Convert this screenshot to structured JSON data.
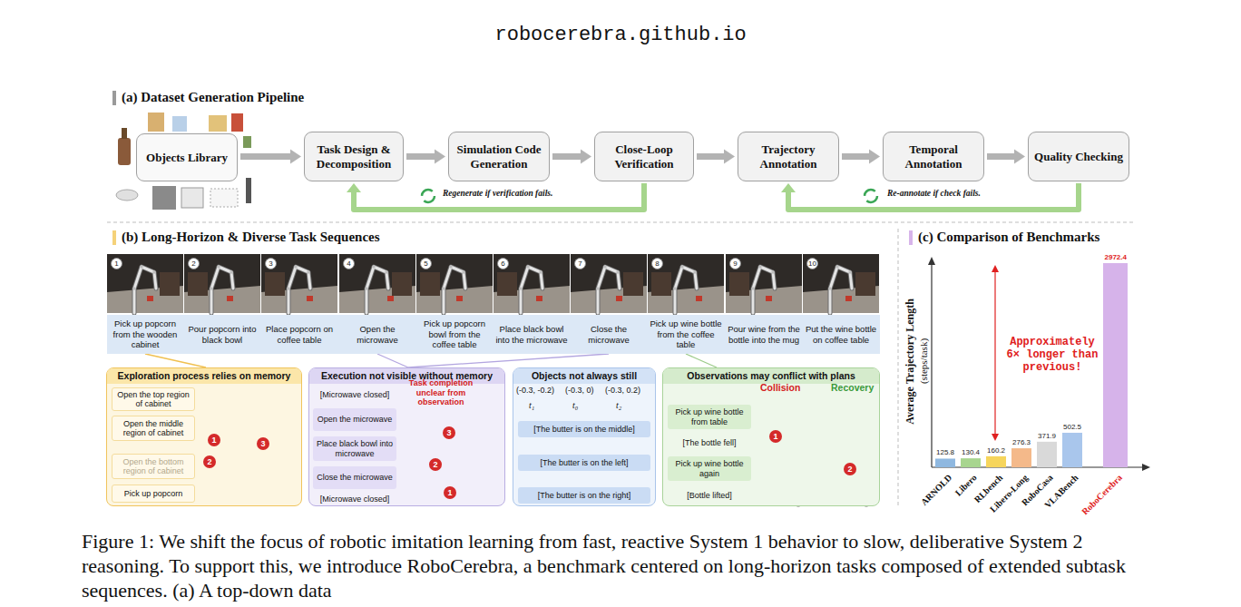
{
  "diagram": {
    "caption": "Figure 1: We shift the focus of robotic imitation learning from fast, reactive System 1 behavior to slow, deliberative System 2 reasoning. To support this, we introduce RoboCerebra, a benchmark centered on long-horizon tasks composed of extended subtask sequences. (a) A top-down data",
    "nodes": [
      {
        "text": [
          "Objects Library"
        ]
      },
      {
        "text": [
          "Task Design & Decomposition"
        ]
      },
      {
        "text": [
          "Simulation Code Generation"
        ]
      },
      {
        "text": [
          "Close-Loop Verification"
        ]
      },
      {
        "text": [
          "Trajectory Annotation"
        ]
      },
      {
        "text": [
          "Temporal Annotation"
        ]
      },
      {
        "text": [
          "Quality Checking"
        ]
      },
      {
        "text": [
          "Pick up popcorn from the wooden cabinet"
        ]
      },
      {
        "text": [
          "Pour popcorn into black bowl"
        ]
      },
      {
        "text": [
          "Place popcorn on coffee table"
        ]
      },
      {
        "text": [
          "Open the microwave"
        ]
      },
      {
        "text": [
          "Pick up popcorn bowl from the coffee table"
        ]
      },
      {
        "text": [
          "Place black bowl into the microwave"
        ]
      },
      {
        "text": [
          "Close the microwave"
        ]
      },
      {
        "text": [
          "Pick up wine bottle from the coffee table"
        ]
      },
      {
        "text": [
          "Pour wine from the bottle into the mug"
        ]
      },
      {
        "text": [
          "Put the wine bottle on coffee table"
        ]
      },
      {
        "text": [
          "Exploration process relies on memory"
        ]
      },
      {
        "text": [
          "Open the top region of cabinet"
        ],
        "in": 17
      },
      {
        "text": [
          "Open the middle region of cabinet"
        ],
        "in": 17
      },
      {
        "text": [
          "Open the bottom region of cabinet"
        ],
        "in": 17
      },
      {
        "text": [
          "Pick up popcorn"
        ],
        "in": 17
      },
      {
        "text": [
          "Execution not visible without memory"
        ]
      },
      {
        "text": [
          "[Microwave closed]"
        ],
        "in": 22
      },
      {
        "text": [
          "Open the microwave"
        ],
        "in": 22
      },
      {
        "text": [
          "Place black bowl into microwave"
        ],
        "in": 22
      },
      {
        "text": [
          "Close the microwave"
        ],
        "in": 22
      },
      {
        "text": [
          "[Microwave closed]"
        ],
        "in": 22
      },
      {
        "text": [
          "Objects not always still"
        ]
      },
      {
        "text": [
          "[The butter is on the middle]"
        ],
        "in": 28
      },
      {
        "text": [
          "[The butter is on the left]"
        ],
        "in": 28
      },
      {
        "text": [
          "[The butter is on the right]"
        ],
        "in": 28
      },
      {
        "text": [
          "Observations may conflict with plans"
        ]
      },
      {
        "text": [
          "Pick up wine bottle from table"
        ],
        "in": 32
      },
      {
        "text": [
          "[The bottle fell]"
        ],
        "in": 32
      },
      {
        "text": [
          "Pick up wine bottle again"
        ],
        "in": 32
      },
      {
        "text": [
          "[Bottle lifted]"
        ],
        "in": 32
      }
    ],
    "edges": [
      {
        "from": 0,
        "to": 1,
        "arrow": "to"
      },
      {
        "from": 1,
        "to": 2,
        "arrow": "to"
      },
      {
        "from": 2,
        "to": 3,
        "arrow": "to"
      },
      {
        "from": 3,
        "to": 4,
        "arrow": "to"
      },
      {
        "from": 4,
        "to": 5,
        "arrow": "to"
      },
      {
        "from": 5,
        "to": 6,
        "arrow": "to"
      },
      {
        "from": 3,
        "to": 1,
        "label": "Regenerate if verification fails.",
        "arrow": "to"
      },
      {
        "from": 6,
        "to": 4,
        "label": "Re-annotate if check fails.",
        "arrow": "to"
      },
      {
        "from": 7,
        "to": 17,
        "arrow": "none"
      },
      {
        "from": 10,
        "to": 22,
        "arrow": "none"
      },
      {
        "from": 13,
        "to": 22,
        "arrow": "none"
      },
      {
        "from": 14,
        "to": 32,
        "arrow": "none"
      }
    ],
    "labels": [
      "robocerebra.github.io",
      "(a) Dataset Generation Pipeline",
      "(b) Long-Horizon & Diverse Task Sequences",
      "(c) Comparison of Benchmarks",
      "1",
      "2",
      "3",
      "4",
      "5",
      "6",
      "7",
      "8",
      "9",
      "10",
      "1",
      "2",
      "3",
      "Task completion unclear from observation",
      "3",
      "2",
      "1",
      "(-0.3, -0.2)",
      "(-0.3, 0)",
      "(-0.3, 0.2)",
      "t₁",
      "t₀",
      "t₂",
      "Collision",
      "Recovery",
      "1",
      "2",
      "Average Trajectory Length",
      "(steps/task)",
      "Approximately 6× longer than previous!",
      "125.8",
      "130.4",
      "160.2",
      "276.3",
      "371.9",
      "502.5",
      "2972.4",
      "ARNOLD",
      "Libero",
      "RLbench",
      "Libero-Long",
      "RoboCasa",
      "VLABench",
      "RoboCerebra"
    ]
  }
}
